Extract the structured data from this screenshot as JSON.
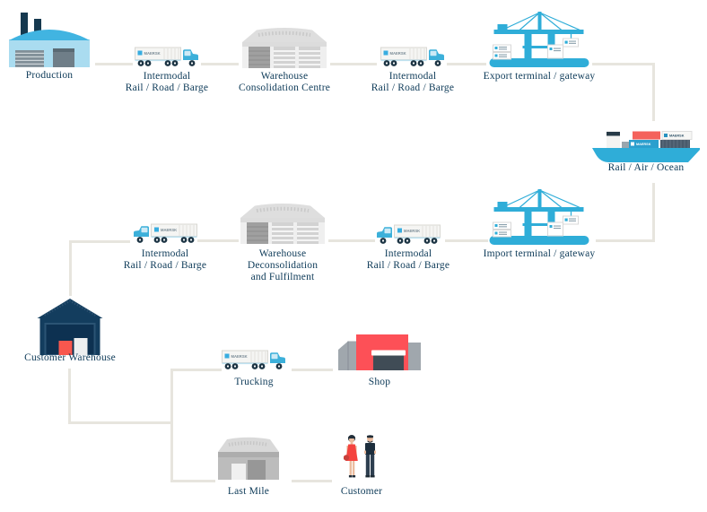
{
  "branding": {
    "logo_text": "MAERSK"
  },
  "colors": {
    "accent_blue": "#33aed8",
    "light_blue": "#aadcf0",
    "navy": "#123d5f",
    "red": "#fd5057",
    "warehouse_gray": "#dedede",
    "connector": "#e7e5de",
    "text": "#0d3a58"
  },
  "nodes": {
    "production": {
      "label": "Production"
    },
    "intermodal_1": {
      "line1": "Intermodal",
      "line2": "Rail / Road / Barge"
    },
    "warehouse_consolidation": {
      "line1": "Warehouse",
      "line2": "Consolidation Centre"
    },
    "intermodal_2": {
      "line1": "Intermodal",
      "line2": "Rail / Road / Barge"
    },
    "export_terminal": {
      "label": "Export terminal /  gateway"
    },
    "rail_air_ocean": {
      "label": "Rail / Air /  Ocean"
    },
    "import_terminal": {
      "label": "Import terminal /  gateway"
    },
    "intermodal_3": {
      "line1": "Intermodal",
      "line2": "Rail / Road / Barge"
    },
    "warehouse_deconsolidation": {
      "line1": "Warehouse",
      "line2": "Deconsolidation",
      "line3": "and Fulfilment"
    },
    "intermodal_4": {
      "line1": "Intermodal",
      "line2": "Rail / Road / Barge"
    },
    "customer_warehouse": {
      "label": "Customer  Warehouse"
    },
    "trucking": {
      "label": "Trucking"
    },
    "shop": {
      "label": "Shop"
    },
    "last_mile": {
      "label": "Last Mile"
    },
    "customer": {
      "label": "Customer"
    }
  }
}
